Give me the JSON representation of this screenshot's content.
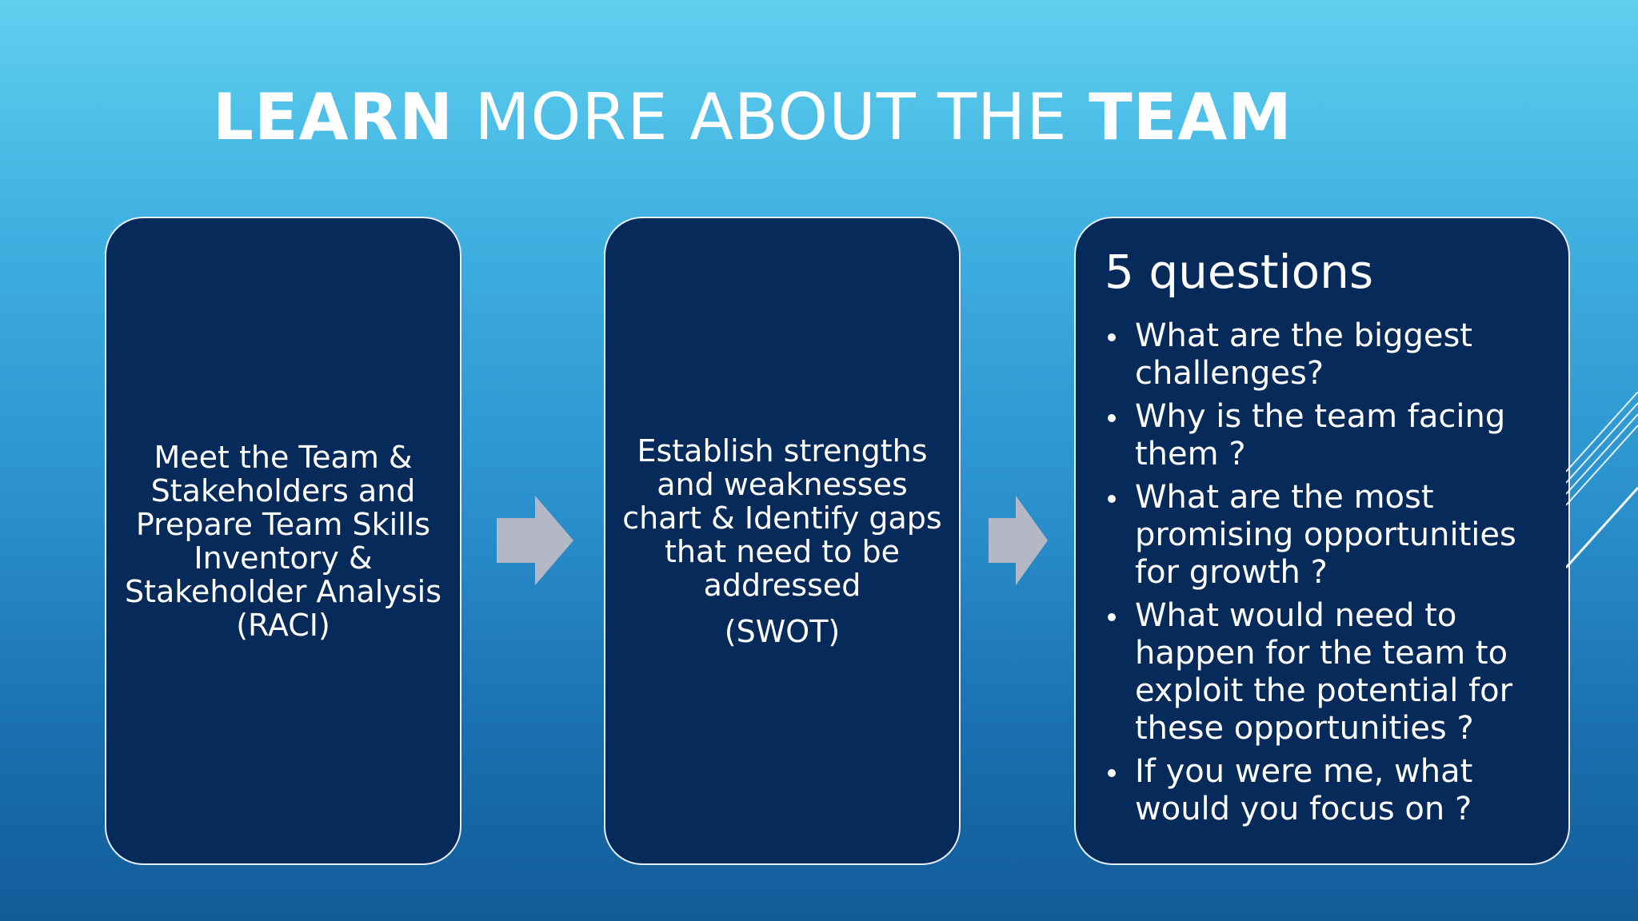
{
  "slide": {
    "title_bold_1": "LEARN",
    "title_light": "MORE ABOUT THE",
    "title_bold_2": "TEAM"
  },
  "boxes": [
    {
      "text": "Meet the Team & Stakeholders and Prepare Team Skills Inventory & Stakeholder Analysis (RACI)"
    },
    {
      "text": "Establish strengths and weaknesses chart & Identify gaps that need to be addressed",
      "sub": "(SWOT)"
    }
  ],
  "questions": {
    "heading": "5 questions",
    "items": [
      "What are the biggest challenges?",
      "Why is the team facing them ?",
      "What are the most promising opportunities for growth ?",
      "What would need to happen for the team to exploit the potential for these opportunities ?",
      "If you were me, what would you focus on ?"
    ]
  },
  "colors": {
    "box_fill": "#062a5a",
    "box_border": "#e6eef8",
    "arrow": "#b4b8c6"
  },
  "icons": [
    "right-arrow-icon",
    "right-arrow-icon",
    "diagonal-lines-decoration"
  ]
}
